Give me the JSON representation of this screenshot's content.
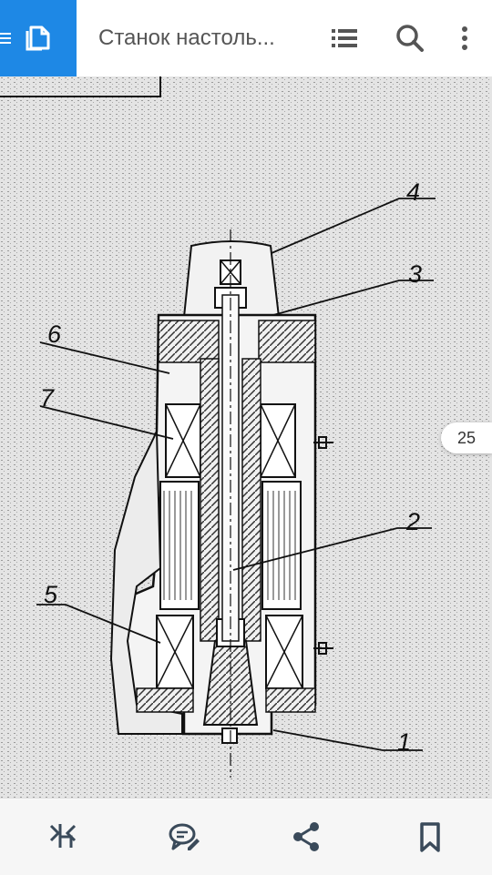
{
  "app": {
    "title": "Станок настоль...",
    "accent_color": "#1E88E5"
  },
  "toolbar": {
    "icons": [
      "menu-icon",
      "document-copy-icon",
      "list-icon",
      "search-icon",
      "more-vert-icon"
    ]
  },
  "drawing": {
    "callouts": [
      "1",
      "2",
      "3",
      "4",
      "5",
      "6",
      "7"
    ]
  },
  "page_indicator": {
    "value": "25"
  },
  "bottom_bar": {
    "icons": [
      "reading-mode-icon",
      "comment-icon",
      "share-icon",
      "bookmark-icon"
    ]
  }
}
